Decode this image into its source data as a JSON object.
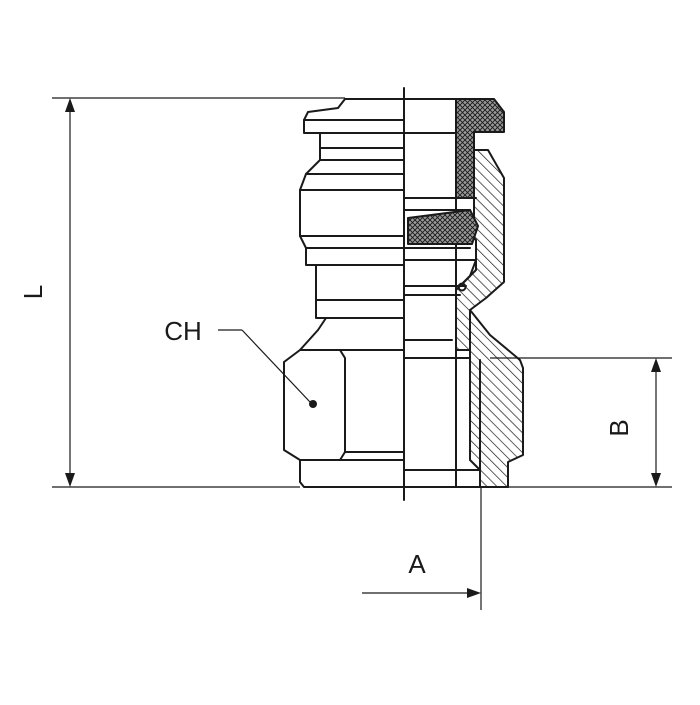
{
  "diagram": {
    "labels": {
      "length": "L",
      "hex": "CH",
      "thread_length": "B",
      "thread_size": "A"
    },
    "colors": {
      "line": "#1a1a1a",
      "background": "#ffffff"
    }
  }
}
